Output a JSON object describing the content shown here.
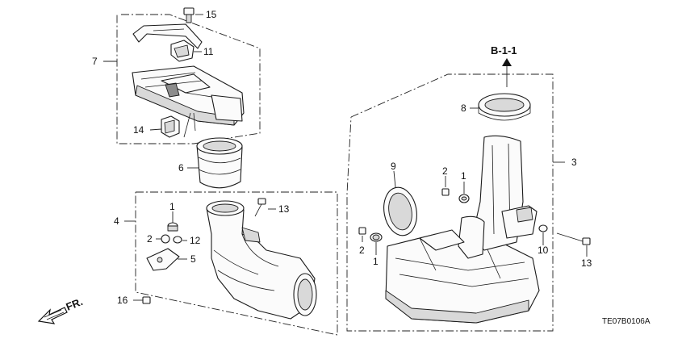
{
  "diagram": {
    "reference_label": "B-1-1",
    "front_label": "FR.",
    "drawing_code": "TE07B0106A",
    "callouts": {
      "c15": "15",
      "c11": "11",
      "c7": "7",
      "c14": "14",
      "c6": "6",
      "c4": "4",
      "c1a": "1",
      "c13a": "13",
      "c2a": "2",
      "c12": "12",
      "c5": "5",
      "c16": "16",
      "c8": "8",
      "c3": "3",
      "c9": "9",
      "c2b": "2",
      "c1b": "1",
      "c2c": "2",
      "c1c": "1",
      "c10": "10",
      "c13b": "13"
    }
  }
}
